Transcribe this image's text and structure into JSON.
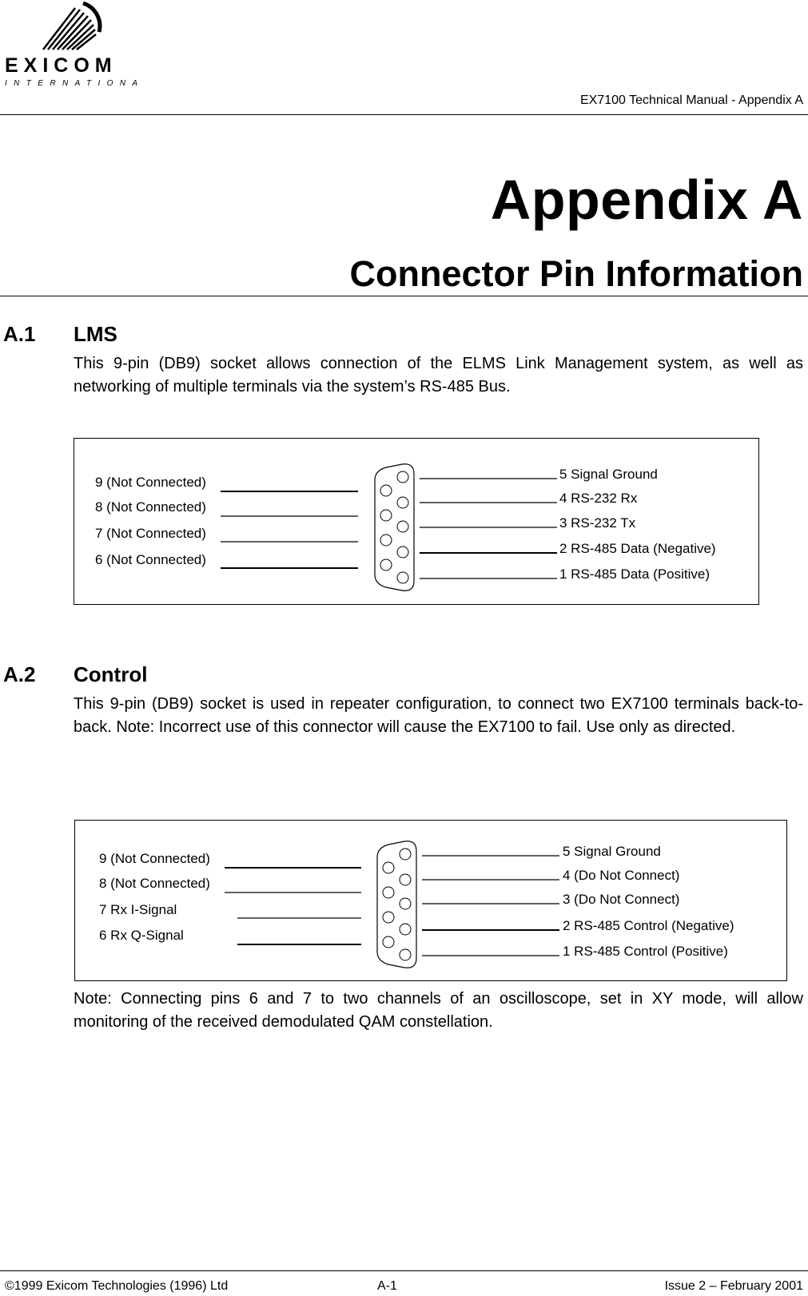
{
  "header": {
    "logo_name": "EXICOM",
    "logo_sub": "INTERNATIONAL",
    "doc_title": "EX7100 Technical Manual - Appendix A"
  },
  "title": {
    "appendix": "Appendix A",
    "subtitle": "Connector Pin Information"
  },
  "sections": [
    {
      "number": "A.1",
      "title": "LMS",
      "text": "This 9-pin (DB9) socket allows connection of the ELMS Link Management system, as well as networking of multiple terminals via the system’s RS-485 Bus.",
      "pins_left": [
        "9 (Not Connected)",
        "8 (Not Connected)",
        "7 (Not Connected)",
        "6 (Not Connected)"
      ],
      "pins_right": [
        "5 Signal Ground",
        "4 RS-232 Rx",
        "3 RS-232 Tx",
        "2 RS-485 Data (Negative)",
        "1 RS-485 Data (Positive)"
      ]
    },
    {
      "number": "A.2",
      "title": "Control",
      "text": "This 9-pin (DB9) socket is used in repeater configuration, to connect two EX7100 terminals back-to-back. Note: Incorrect use of this connector will cause the EX7100 to fail. Use only as directed.",
      "pins_left": [
        "9 (Not Connected)",
        "8 (Not Connected)",
        "7 Rx I-Signal",
        "6 Rx Q-Signal"
      ],
      "pins_right": [
        "5 Signal Ground",
        "4 (Do Not Connect)",
        "3 (Do Not Connect)",
        "2 RS-485 Control (Negative)",
        "1 RS-485 Control (Positive)"
      ],
      "note": "Note: Connecting pins 6 and 7 to two channels of an oscilloscope, set in XY mode, will allow monitoring of the received demodulated QAM constellation."
    }
  ],
  "footer": {
    "copyright": "©1999 Exicom Technologies (1996) Ltd",
    "page": "A-1",
    "issue": "Issue 2 – February 2001"
  }
}
